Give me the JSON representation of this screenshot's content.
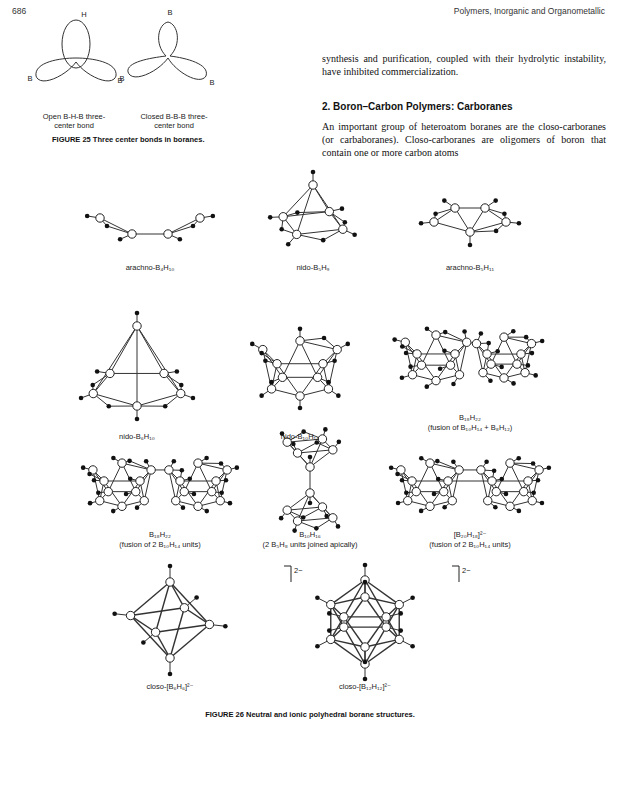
{
  "diagram": {
    "caption": "FIGURE 26 Neutral and ionic polyhedral borane structures.",
    "labels": [
      "686",
      "Polymers, Inorganic and Organometallic",
      "H",
      "B",
      "B",
      "B",
      "B",
      "B",
      "Open B-H-B three-center bond",
      "Closed B-B-B three-center bond",
      "FIGURE 25 Three center bonds in boranes.",
      "synthesis and purification, coupled with their hydrolytic instability, have inhibited commercialization.",
      "2. Boron–Carbon Polymers: Carboranes",
      "An important group of heteroatom boranes are the closo-carboranes (or carbaboranes). Closo-carboranes are oligomers of boron that contain one or more carbon atoms",
      "arachno-B₄H₁₀",
      "nido-B₅H₉",
      "arachno-B₅H₁₁",
      "nido-B₆H₁₀",
      "nido-B₁₀H₁₄",
      "B₁₈H₂₂",
      "(fusion of B₁₀H₁₄ + B₈H₁₂)",
      "B₁₈H₂₂",
      "(fusion of 2 B₁₀H₁₄ units)",
      "B₁₀H₁₆",
      "(2 B₅H₈ units joined apically)",
      "[B₂₀H₁₈]²⁻",
      "(fusion of 2 B₁₀H₁₄ units)",
      "2−",
      "closo-[B₆H₆]²⁻",
      "2−",
      "closo-[B₁₂H₁₂]²⁻"
    ]
  }
}
